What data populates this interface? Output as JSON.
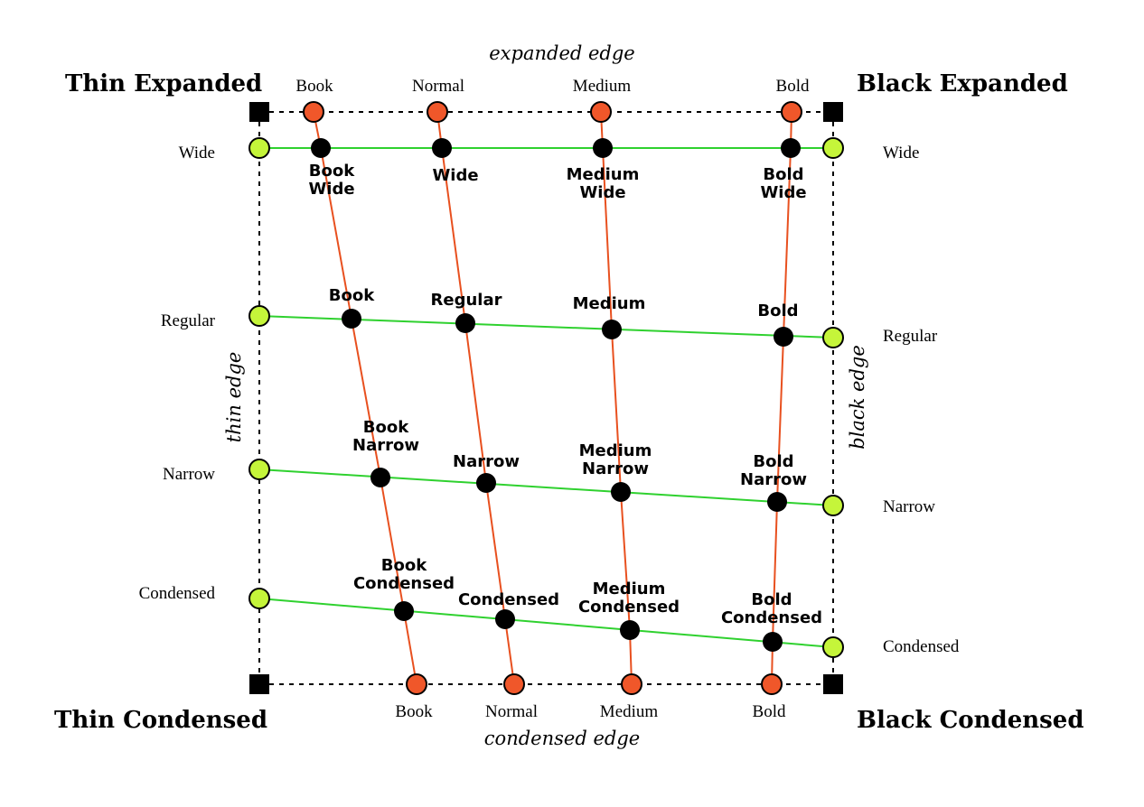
{
  "colors": {
    "corner": "#000000",
    "width_dot": "#c5f53a",
    "width_line": "#2fd12f",
    "weight_dot": "#f0572a",
    "weight_line": "#e8501f",
    "instance_dot": "#000000",
    "frame": "#000000"
  },
  "corners": {
    "top_left": "Thin Expanded",
    "top_right": "Black Expanded",
    "bottom_left": "Thin Condensed",
    "bottom_right": "Black Condensed"
  },
  "edges": {
    "top": "expanded edge",
    "bottom": "condensed edge",
    "left": "thin edge",
    "right": "black edge"
  },
  "weights_top": [
    "Book",
    "Normal",
    "Medium",
    "Bold"
  ],
  "weights_bottom": [
    "Book",
    "Normal",
    "Medium",
    "Bold"
  ],
  "widths_left": [
    "Wide",
    "Regular",
    "Narrow",
    "Condensed"
  ],
  "widths_right": [
    "Wide",
    "Regular",
    "Narrow",
    "Condensed"
  ],
  "instances": [
    [
      "Book Wide",
      "Wide",
      "Medium Wide",
      "Bold Wide"
    ],
    [
      "Book",
      "Regular",
      "Medium",
      "Bold"
    ],
    [
      "Book Narrow",
      "Narrow",
      "Medium Narrow",
      "Bold Narrow"
    ],
    [
      "Book Condensed",
      "Condensed",
      "Medium Condensed",
      "Bold Condensed"
    ]
  ]
}
